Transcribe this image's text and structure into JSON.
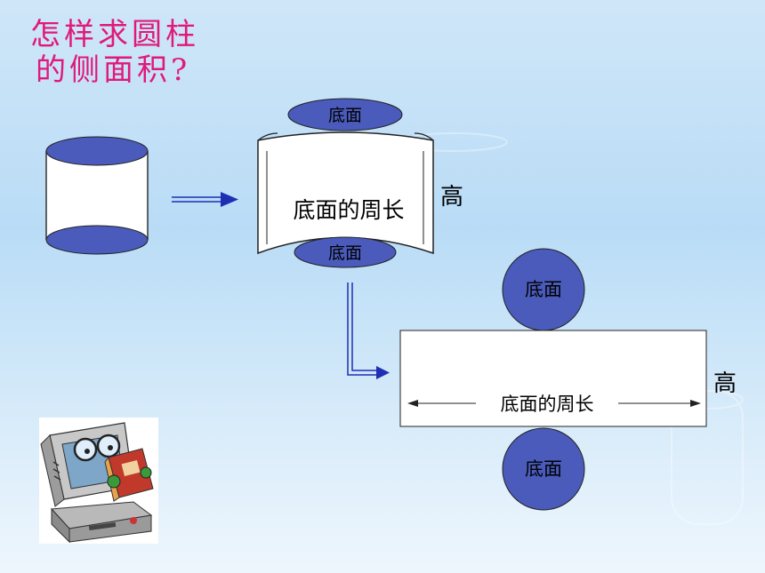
{
  "title_line1": "怎样求圆柱",
  "title_line2": "的侧面积?",
  "labels": {
    "base": "底面",
    "circumference": "底面的周长",
    "height": "高"
  },
  "colors": {
    "title": "#e0197a",
    "base_fill": "#4a5bbb",
    "arrow": "#1f2fb4"
  }
}
